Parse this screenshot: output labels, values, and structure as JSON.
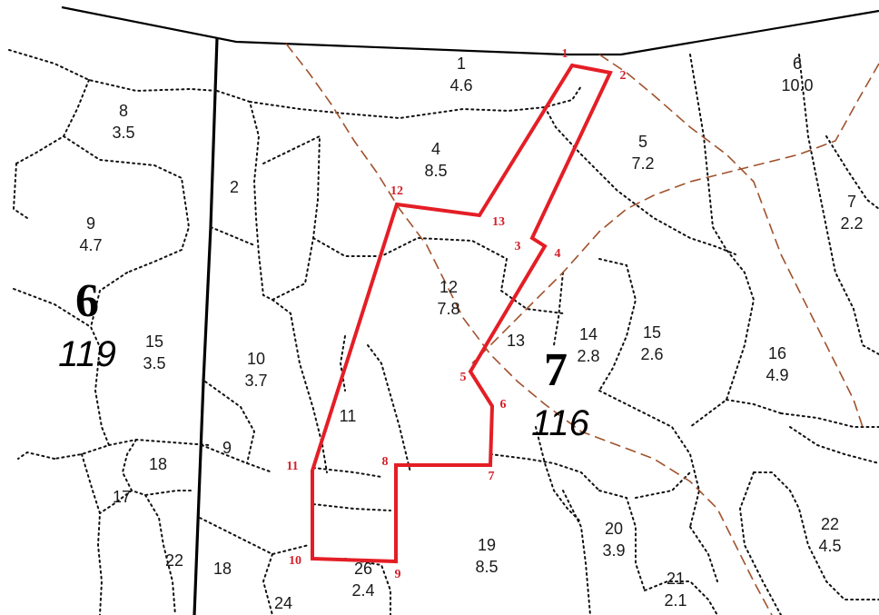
{
  "colors": {
    "plot_outline": "#e41e26",
    "vertex_label": "#d4202a",
    "road": "#a0522d",
    "stand_border": "#111111"
  },
  "quarters": [
    {
      "number": "6",
      "area": "119"
    },
    {
      "number": "7",
      "area": "116"
    }
  ],
  "vertices": [
    "1",
    "2",
    "3",
    "4",
    "5",
    "6",
    "7",
    "8",
    "9",
    "10",
    "11",
    "12",
    "13"
  ],
  "parcels": [
    {
      "num": "1",
      "area": "4.6"
    },
    {
      "num": "6",
      "area": "10.0"
    },
    {
      "num": "8",
      "area": "3.5"
    },
    {
      "num": "4",
      "area": "8.5"
    },
    {
      "num": "5",
      "area": "7.2"
    },
    {
      "num": "2",
      "area": ""
    },
    {
      "num": "7",
      "area": "2.2"
    },
    {
      "num": "9",
      "area": "4.7"
    },
    {
      "num": "12",
      "area": "7.8"
    },
    {
      "num": "14",
      "area": "2.8"
    },
    {
      "num": "15",
      "area": "2.6"
    },
    {
      "num": "15",
      "area": "3.5"
    },
    {
      "num": "10",
      "area": "3.7"
    },
    {
      "num": "16",
      "area": "4.9"
    },
    {
      "num": "13",
      "area": ""
    },
    {
      "num": "11",
      "area": ""
    },
    {
      "num": "9",
      "area": ""
    },
    {
      "num": "18",
      "area": ""
    },
    {
      "num": "17",
      "area": ""
    },
    {
      "num": "20",
      "area": "3.9"
    },
    {
      "num": "22",
      "area": "4.5"
    },
    {
      "num": "19",
      "area": "8.5"
    },
    {
      "num": "22",
      "area": ""
    },
    {
      "num": "18",
      "area": ""
    },
    {
      "num": "26",
      "area": "2.4"
    },
    {
      "num": "21",
      "area": "2.1"
    },
    {
      "num": "24",
      "area": ""
    }
  ]
}
